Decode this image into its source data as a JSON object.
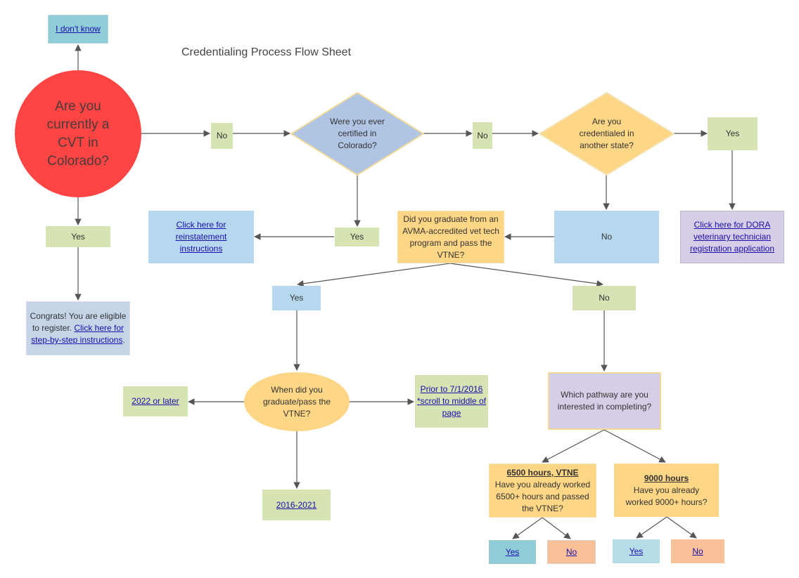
{
  "title": "Credentialing Process Flow Sheet",
  "colors": {
    "red": "#ff4444",
    "blue_diamond": "#b0c4e4",
    "yellow": "#fdd686",
    "green": "#d6e3b3",
    "light_blue": "#b5d8ef",
    "lavender": "#d6cde6",
    "teal": "#8fcdd9",
    "orange": "#f9c197",
    "pale_blue": "#c6dff0",
    "arrow": "#555555"
  },
  "nodes": {
    "dont_know": "I don't know",
    "cvt_question": "Are you currently a CVT in Colorado?",
    "no_1": "No",
    "certified_question": "Were you ever certified in Colorado?",
    "no_2": "No",
    "credentialed_question": "Are you credentialed in another state?",
    "yes_other_state": "Yes",
    "dora_link": "Click here for DORA veterinary technician registration application",
    "no_other_state": "No",
    "yes_cvt": "Yes",
    "congrats_text": "Congrats! You are eligible to register.",
    "congrats_link": "Click here for step-by-step instructions",
    "congrats_end": ".",
    "reinstatement_link": "Click here for reinstatement instructions",
    "yes_certified": "Yes",
    "avma_question": "Did you graduate from an AVMA-accredited vet tech program and pass the VTNE?",
    "yes_avma": "Yes",
    "no_avma": "No",
    "when_question": "When did you graduate/pass the VTNE?",
    "later_2022": "2022 or later",
    "prior_2016": "Prior to 7/1/2016 *scroll to middle of page",
    "range_2016_2021": "2016-2021",
    "pathway_question": "Which pathway are you interested in completing?",
    "path_6500_title": "6500 hours, VTNE",
    "path_6500_text": "Have you already worked 6500+ hours and passed the VTNE?",
    "path_9000_title": "9000 hours",
    "path_9000_text": "Have you already worked 9000+ hours?",
    "yes_6500": "Yes",
    "no_6500": "No",
    "yes_9000": "Yes",
    "no_9000": "No"
  }
}
